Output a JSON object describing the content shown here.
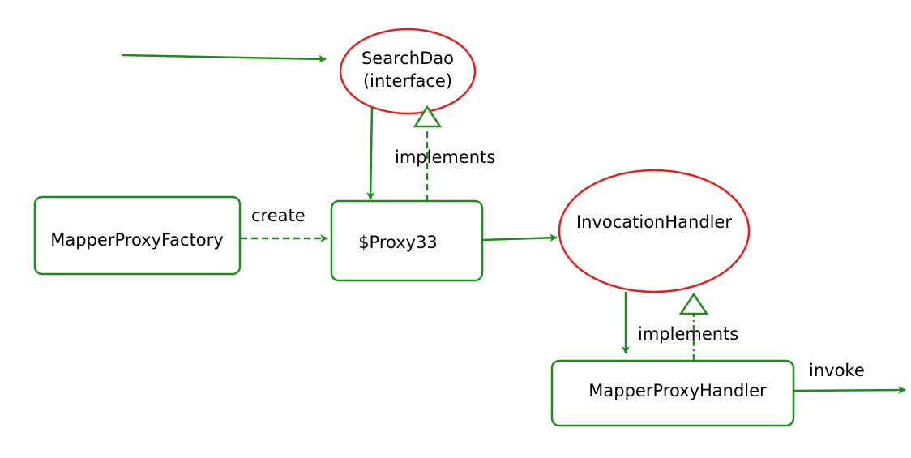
{
  "colors": {
    "edge": "#1f8a1f",
    "box_border": "#1f8a1f",
    "ellipse_border": "#e02020",
    "text": "#000000",
    "background": "#ffffff"
  },
  "nodes": {
    "search_dao": {
      "line1": "SearchDao",
      "line2": "(interface)"
    },
    "proxy33": {
      "label": "$Proxy33"
    },
    "mapper_proxy_factory": {
      "label": "MapperProxyFactory"
    },
    "invocation_handler": {
      "label": "InvocationHandler"
    },
    "mapper_proxy_handler": {
      "label": "MapperProxyHandler"
    }
  },
  "edges": {
    "proxy_implements": {
      "label": "implements"
    },
    "handler_implements": {
      "label": "implements"
    },
    "create": {
      "label": "create"
    },
    "invoke": {
      "label": "invoke"
    }
  }
}
